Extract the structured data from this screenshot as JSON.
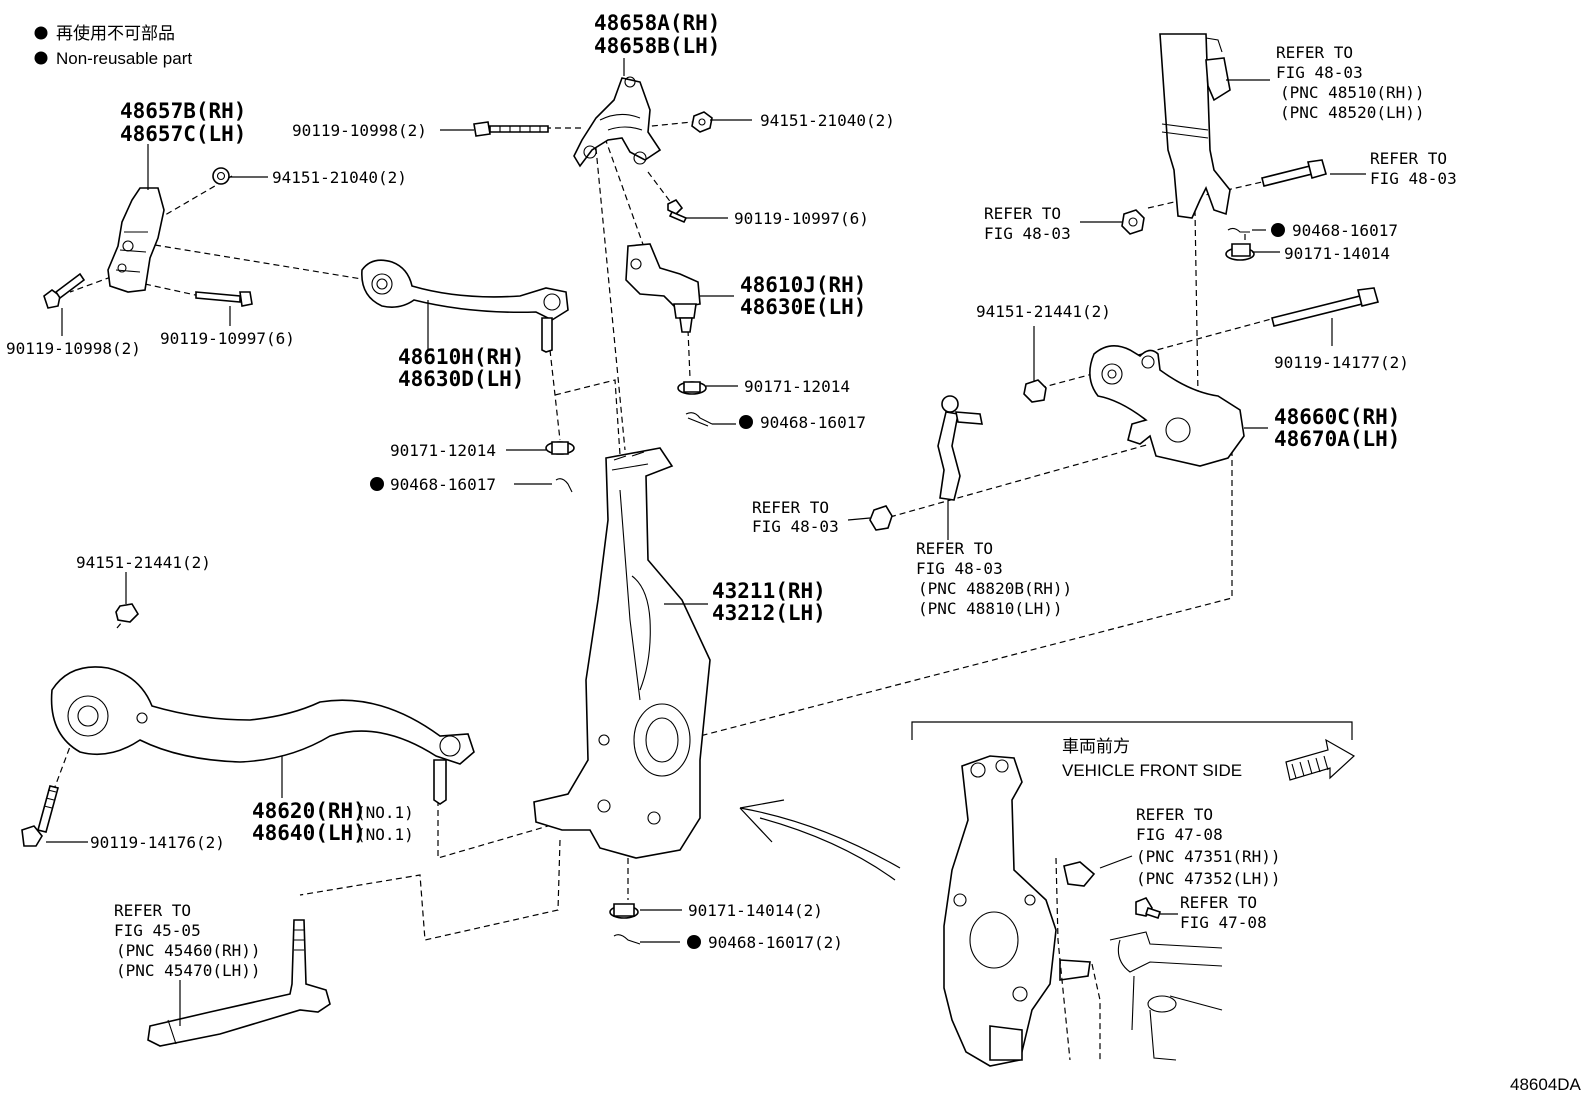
{
  "legend": {
    "line1": "再使用不可部品",
    "line2": "Non-reusable part"
  },
  "diagram_code": "48604DA",
  "labels": {
    "p48658a": "48658A(RH)",
    "p48658b": "48658B(LH)",
    "p48657b": "48657B(RH)",
    "p48657c": "48657C(LH)",
    "p90119_10998_top": "90119-10998(2)",
    "p94151_21040_top": "94151-21040(2)",
    "p94151_21040_left": "94151-21040(2)",
    "p90119_10997_top": "90119-10997(6)",
    "p90119_10998_left": "90119-10998(2)",
    "p90119_10997_left": "90119-10997(6)",
    "p48610h": "48610H(RH)",
    "p48630d": "48630D(LH)",
    "p48610j": "48610J(RH)",
    "p48630e": "48630E(LH)",
    "p90171_12014_right": "90171-12014",
    "p90468_16017_mid": "90468-16017",
    "p90171_12014_left": "90171-12014",
    "p90468_16017_left": "90468-16017",
    "p94151_21441_mid": "94151-21441(2)",
    "p90468_16017_right": "90468-16017",
    "p90171_14014_right": "90171-14014",
    "p90119_14177": "90119-14177(2)",
    "p48660c": "48660C(RH)",
    "p48670a": "48670A(LH)",
    "p43211": "43211(RH)",
    "p43212": "43212(LH)",
    "p94151_21441_left": "94151-21441(2)",
    "p48620": "48620(RH)",
    "p48640": "48640(LH)",
    "no1": "(NO.1)",
    "p90119_14176": "90119-14176(2)",
    "p90171_14014_bottom": "90171-14014(2)",
    "p90468_16017_bottom": "90468-16017(2)"
  },
  "refs": {
    "refer_to": "REFER TO",
    "fig_48_03": "FIG 48-03",
    "pnc_48510": "(PNC 48510(RH))",
    "pnc_48520": "(PNC 48520(LH))",
    "pnc_48820b": "(PNC 48820B(RH))",
    "pnc_48810": "(PNC 48810(LH))",
    "fig_45_05": "FIG 45-05",
    "pnc_45460": "(PNC 45460(RH))",
    "pnc_45470": "(PNC 45470(LH))",
    "fig_47_08": "FIG 47-08",
    "pnc_47351": "(PNC 47351(RH))",
    "pnc_47352": "(PNC 47352(LH))"
  },
  "inset": {
    "front_jp": "車両前方",
    "front_en": "VEHICLE FRONT SIDE"
  }
}
